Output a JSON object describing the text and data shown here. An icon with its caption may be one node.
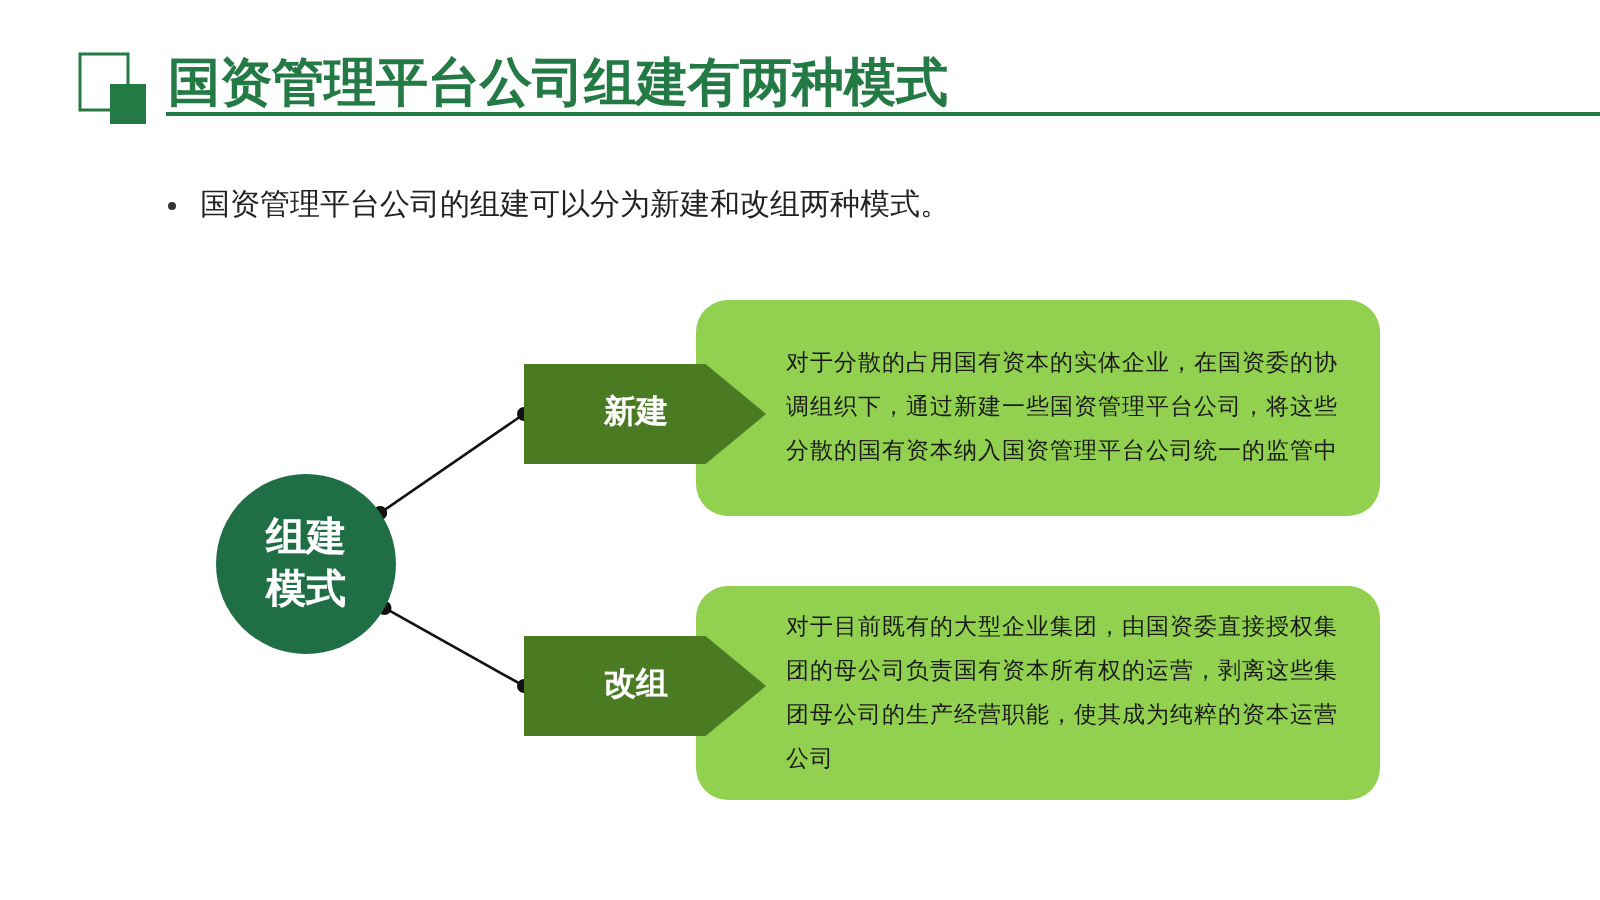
{
  "diagram": {
    "title": "国资管理平台公司组建有两种模式",
    "nodes": [
      {
        "text": [
          "组建模式"
        ]
      },
      {
        "text": [
          "新建"
        ]
      },
      {
        "text": [
          "对于分散的占用国有资本的实体企业，在国资委的协调组织下，通过新建一些国资管理平台公司，将这些分散的国有资本纳入国资管理平台公司统一的监管中"
        ]
      },
      {
        "text": [
          "改组"
        ]
      },
      {
        "text": [
          "对于目前既有的大型企业集团，由国资委直接授权集团的母公司负责国有资本所有权的运营，剥离这些集团母公司的生产经营职能，使其成为纯粹的资本运营公司"
        ]
      }
    ],
    "edges": [
      {
        "from": 0,
        "to": 1,
        "arrow": "other"
      },
      {
        "from": 0,
        "to": 3,
        "arrow": "other"
      }
    ],
    "labels": [
      "国资管理平台公司的组建可以分为新建和改组两种模式。"
    ]
  }
}
